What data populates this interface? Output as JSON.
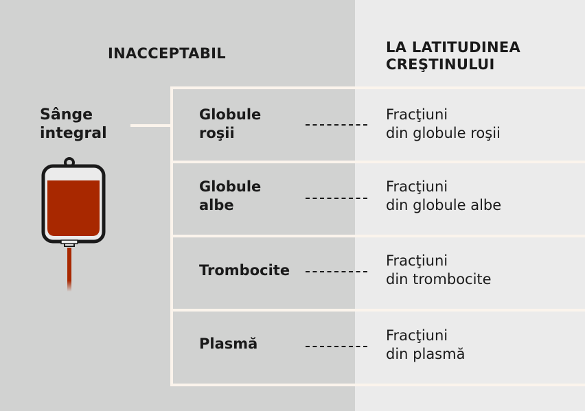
{
  "headers": {
    "left": "INACCEPTABIL",
    "right_line1": "LA LATITUDINEA",
    "right_line2": "CREŞTINULUI"
  },
  "whole_blood": {
    "line1": "Sânge",
    "line2": "integral"
  },
  "rows": [
    {
      "component": [
        "Globule",
        "roşii"
      ],
      "fraction": [
        "Fracţiuni",
        "din globule roşii"
      ]
    },
    {
      "component": [
        "Globule",
        "albe"
      ],
      "fraction": [
        "Fracţiuni",
        "din globule albe"
      ]
    },
    {
      "component": [
        "Trombocite",
        ""
      ],
      "fraction": [
        "Fracţiuni",
        "din trombocite"
      ]
    },
    {
      "component": [
        "Plasmă",
        ""
      ],
      "fraction": [
        "Fracţiuni",
        "din plasmă"
      ]
    }
  ],
  "colors": {
    "blood": "#a82800",
    "left_bg": "#d1d2d1",
    "right_bg": "#ebebeb",
    "lines": "#fbf4ec"
  }
}
